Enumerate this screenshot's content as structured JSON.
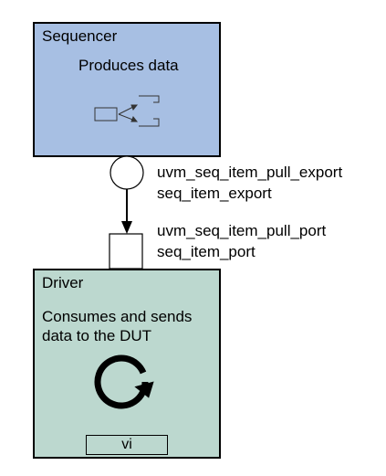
{
  "sequencer": {
    "title": "Sequencer",
    "description": "Produces data"
  },
  "export": {
    "type_label": "uvm_seq_item_pull_export",
    "name_label": "seq_item_export"
  },
  "port": {
    "type_label": "uvm_seq_item_pull_port",
    "name_label": "seq_item_port"
  },
  "driver": {
    "title": "Driver",
    "description_line1": "Consumes and sends",
    "description_line2": "data to the DUT",
    "interface_label": "vi"
  },
  "colors": {
    "sequencer_fill": "#a7bfe3",
    "driver_fill": "#bcd8cf"
  }
}
